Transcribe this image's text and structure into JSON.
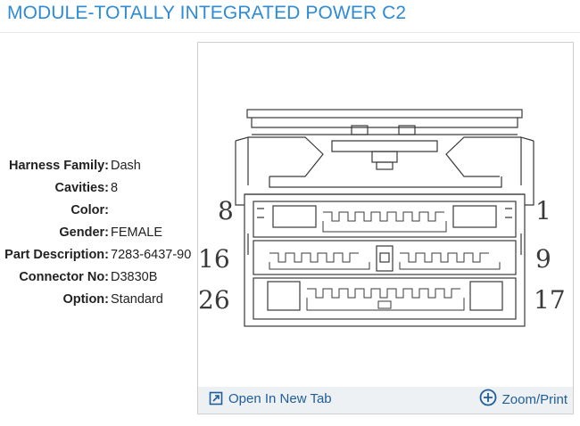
{
  "header": {
    "title": "MODULE-TOTALLY INTEGRATED POWER C2"
  },
  "details": [
    {
      "label": "Harness Family:",
      "value": "Dash"
    },
    {
      "label": "Cavities:",
      "value": "8"
    },
    {
      "label": "Color:",
      "value": ""
    },
    {
      "label": "Gender:",
      "value": "FEMALE"
    },
    {
      "label": "Part Description:",
      "value": "7283-6437-90"
    },
    {
      "label": "Connector No:",
      "value": "D3830B"
    },
    {
      "label": "Option:",
      "value": "Standard"
    }
  ],
  "diagram": {
    "pin_labels": {
      "top_left": "8",
      "top_right": "1",
      "mid_left": "16",
      "mid_right": "9",
      "bottom_left": "26",
      "bottom_right": "17"
    }
  },
  "footer": {
    "open_tab": "Open In New Tab",
    "zoom": "Zoom/Print"
  },
  "colors": {
    "title": "#2f8bd6",
    "link": "#1f5d99",
    "footer_bg": "#eef1f4"
  }
}
